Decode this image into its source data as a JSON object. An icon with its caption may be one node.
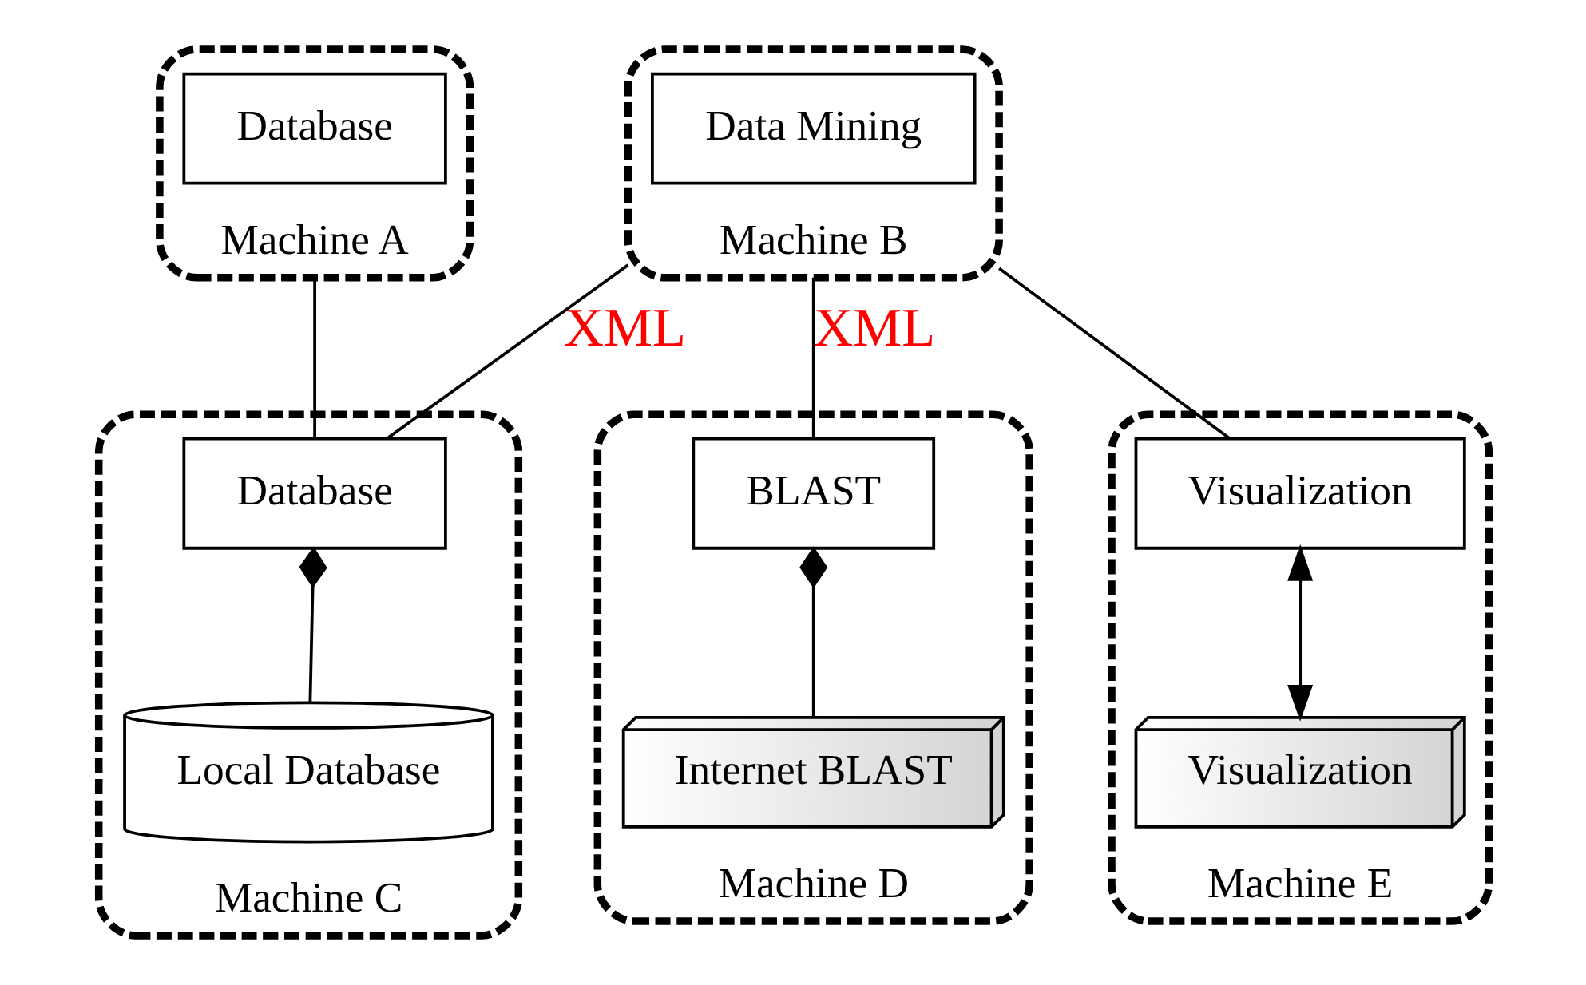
{
  "diagram": {
    "nodes": [
      {
        "text": [
          "Machine A"
        ]
      },
      {
        "text": [
          "Database"
        ],
        "in": 0
      },
      {
        "text": [
          "Machine B"
        ]
      },
      {
        "text": [
          "Data Mining"
        ],
        "in": 2
      },
      {
        "text": [
          "Machine C"
        ]
      },
      {
        "text": [
          "Database"
        ],
        "in": 4
      },
      {
        "text": [
          "Local Database"
        ],
        "in": 4
      },
      {
        "text": [
          "Machine D"
        ]
      },
      {
        "text": [
          "BLAST"
        ],
        "in": 7
      },
      {
        "text": [
          "Internet BLAST"
        ],
        "in": 7
      },
      {
        "text": [
          "Machine E"
        ]
      },
      {
        "text": [
          "Visualization"
        ],
        "in": 10
      },
      {
        "text": [
          "Visualization"
        ],
        "in": 10
      }
    ],
    "edges": [
      {
        "from": 0,
        "to": 5,
        "arrow": "none"
      },
      {
        "from": 2,
        "to": 5,
        "arrow": "none",
        "label": "XML"
      },
      {
        "from": 2,
        "to": 8,
        "arrow": "none",
        "label": "XML"
      },
      {
        "from": 2,
        "to": 11,
        "arrow": "none"
      },
      {
        "from": 5,
        "to": 6,
        "arrow": "other"
      },
      {
        "from": 8,
        "to": 9,
        "arrow": "other"
      },
      {
        "from": 11,
        "to": 12,
        "arrow": "both"
      }
    ]
  }
}
